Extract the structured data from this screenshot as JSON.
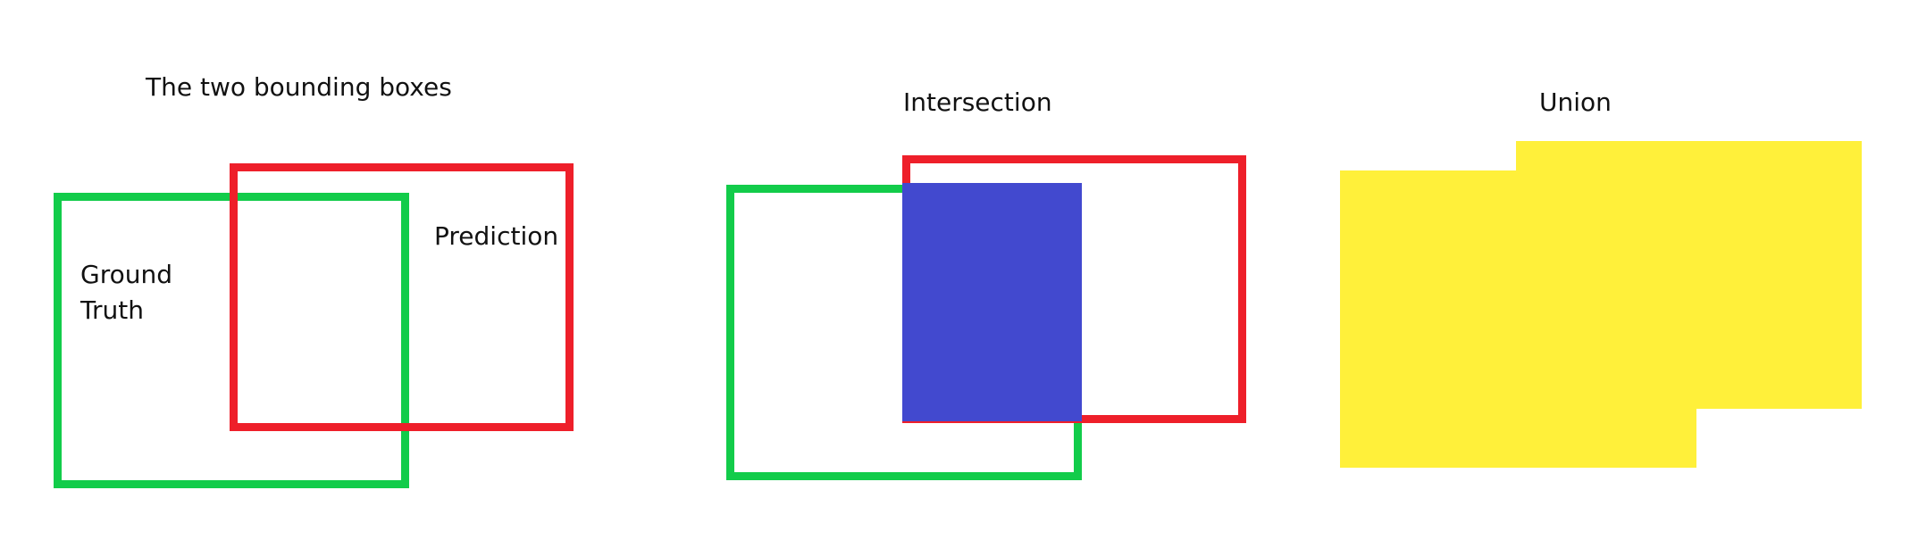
{
  "panels": {
    "boxes": {
      "title": "The two bounding boxes",
      "ground_truth_label_line1": "Ground",
      "ground_truth_label_line2": "Truth",
      "prediction_label": "Prediction"
    },
    "intersection": {
      "title": "Intersection"
    },
    "union": {
      "title": "Union"
    }
  },
  "colors": {
    "ground_truth": "#12cc4a",
    "prediction": "#ee1f2a",
    "intersection_fill": "#4249cf",
    "union_fill": "#fff03a"
  }
}
